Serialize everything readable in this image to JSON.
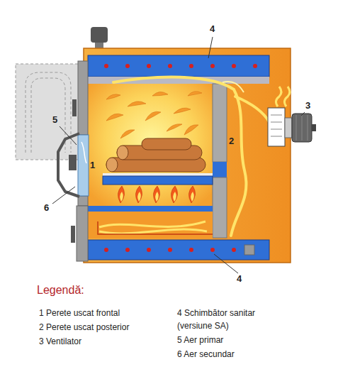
{
  "diagram": {
    "labels": [
      "4",
      "3",
      "2",
      "5",
      "1",
      "6",
      "4",
      "Legendă:"
    ],
    "legend": [
      {
        "text": "1 Perete uscat frontal"
      },
      {
        "text": "2 Perete uscat posterior"
      },
      {
        "text": "3 Ventilator"
      },
      {
        "text": "4 Schimbător sanitar (versiune SA)"
      },
      {
        "text": "5 Aer primar"
      },
      {
        "text": "6 Aer secundar"
      }
    ]
  }
}
